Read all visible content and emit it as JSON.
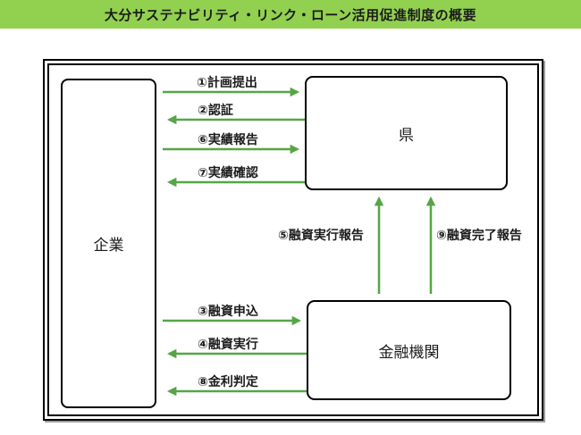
{
  "header": {
    "title": "大分サステナビリティ・リンク・ローン活用促進制度の概要"
  },
  "colors": {
    "header_bg": "#92d050",
    "arrow_green": "#56a546",
    "box_border": "#000000",
    "text": "#1c1c1c"
  },
  "nodes": {
    "company": {
      "label": "企業"
    },
    "prefecture": {
      "label": "県"
    },
    "financial_institution": {
      "label": "金融機関"
    }
  },
  "flows": [
    {
      "label": "①計画提出",
      "from": "company",
      "to": "prefecture",
      "direction": "right"
    },
    {
      "label": "②認証",
      "from": "prefecture",
      "to": "company",
      "direction": "left"
    },
    {
      "label": "⑥実績報告",
      "from": "company",
      "to": "prefecture",
      "direction": "right"
    },
    {
      "label": "⑦実績確認",
      "from": "prefecture",
      "to": "company",
      "direction": "left"
    },
    {
      "label": "⑤融資実行報告",
      "from": "financial_institution",
      "to": "prefecture",
      "direction": "up"
    },
    {
      "label": "⑨融資完了報告",
      "from": "financial_institution",
      "to": "prefecture",
      "direction": "up"
    },
    {
      "label": "③融資申込",
      "from": "company",
      "to": "financial_institution",
      "direction": "right"
    },
    {
      "label": "④融資実行",
      "from": "financial_institution",
      "to": "company",
      "direction": "left"
    },
    {
      "label": "⑧金利判定",
      "from": "financial_institution",
      "to": "company",
      "direction": "left"
    }
  ]
}
